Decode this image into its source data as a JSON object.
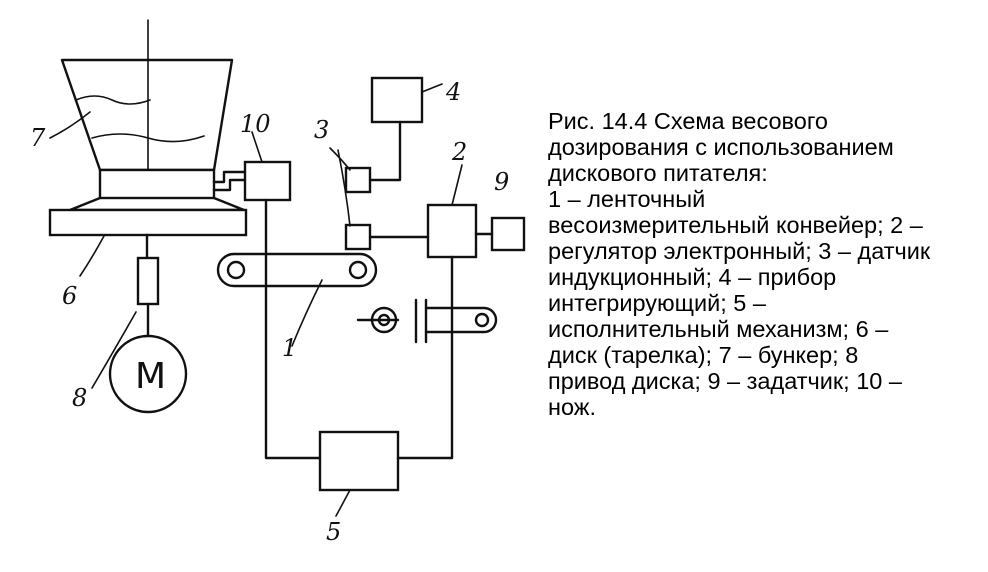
{
  "diagram": {
    "labels": {
      "l1": "1",
      "l2": "2",
      "l3": "3",
      "l4": "4",
      "l5": "5",
      "l6": "6",
      "l7": "7",
      "l8": "8",
      "l9": "9",
      "l10": "10"
    },
    "motor_letter": "M"
  },
  "caption": {
    "lines": [
      "Рис. 14.4 Схема весового",
      "дозирования с использованием",
      "дискового питателя:",
      "1 – ленточный",
      "весоизмерительный конвейер; 2 –",
      "регулятор электронный; 3 – датчик",
      "индукционный; 4 – прибор",
      "интегрирующий; 5 –",
      "исполнительный механизм; 6 –",
      "диск (тарелка); 7 – бункер; 8",
      "привод диска; 9 – задатчик; 10 –",
      "нож."
    ]
  }
}
